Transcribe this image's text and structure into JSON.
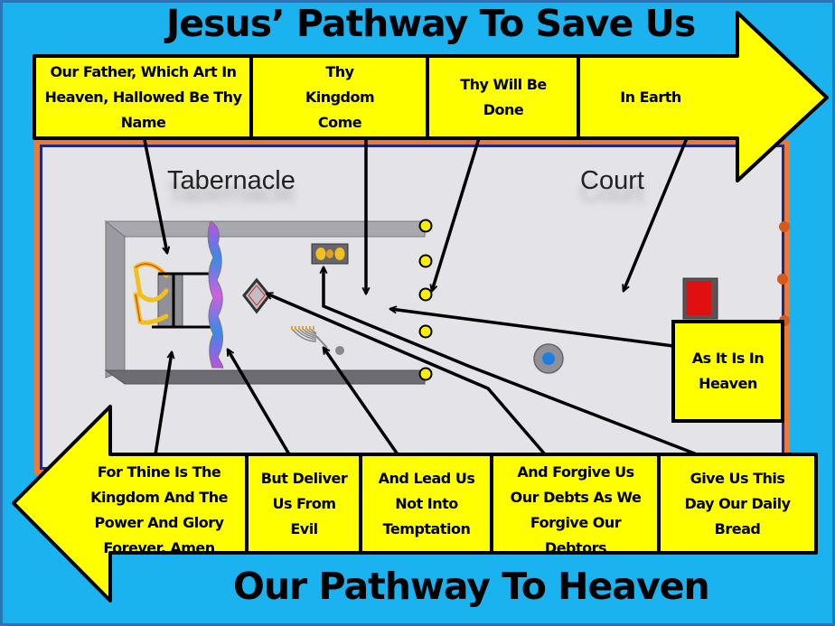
{
  "titles": {
    "top": "Jesus’ Pathway To Save Us",
    "bottom": "Our Pathway To Heaven"
  },
  "diagram_labels": {
    "tabernacle": "Tabernacle",
    "court": "Court"
  },
  "top_arrow": {
    "direction": "right",
    "boxes": [
      {
        "label": "Our Father, Which Art In Heaven, Hallowed Be Thy Name"
      },
      {
        "label": "Thy Kingdom Come"
      },
      {
        "label": "Thy Will Be Done"
      },
      {
        "label": "In Earth"
      }
    ]
  },
  "side_box": {
    "label": "As It Is In Heaven"
  },
  "bottom_arrow": {
    "direction": "left",
    "boxes": [
      {
        "label": "For Thine Is The Kingdom And The Power And Glory Forever. Amen"
      },
      {
        "label": "But Deliver Us From Evil"
      },
      {
        "label": "And Lead Us Not Into Temptation"
      },
      {
        "label": "And Forgive Us Our Debts As We Forgive Our Debtors"
      },
      {
        "label": "Give Us This Day Our Daily Bread"
      }
    ]
  },
  "colors": {
    "background": "#1ab2ef",
    "arrow_fill": "#ffff00",
    "court_floor": "#e4e4e8",
    "frame_orange": "#f07830",
    "frame_navy": "#1a2a8a",
    "altar_red": "#e01010",
    "laver_blue": "#1f7fe0",
    "pillar_yellow": "#ffee00"
  }
}
